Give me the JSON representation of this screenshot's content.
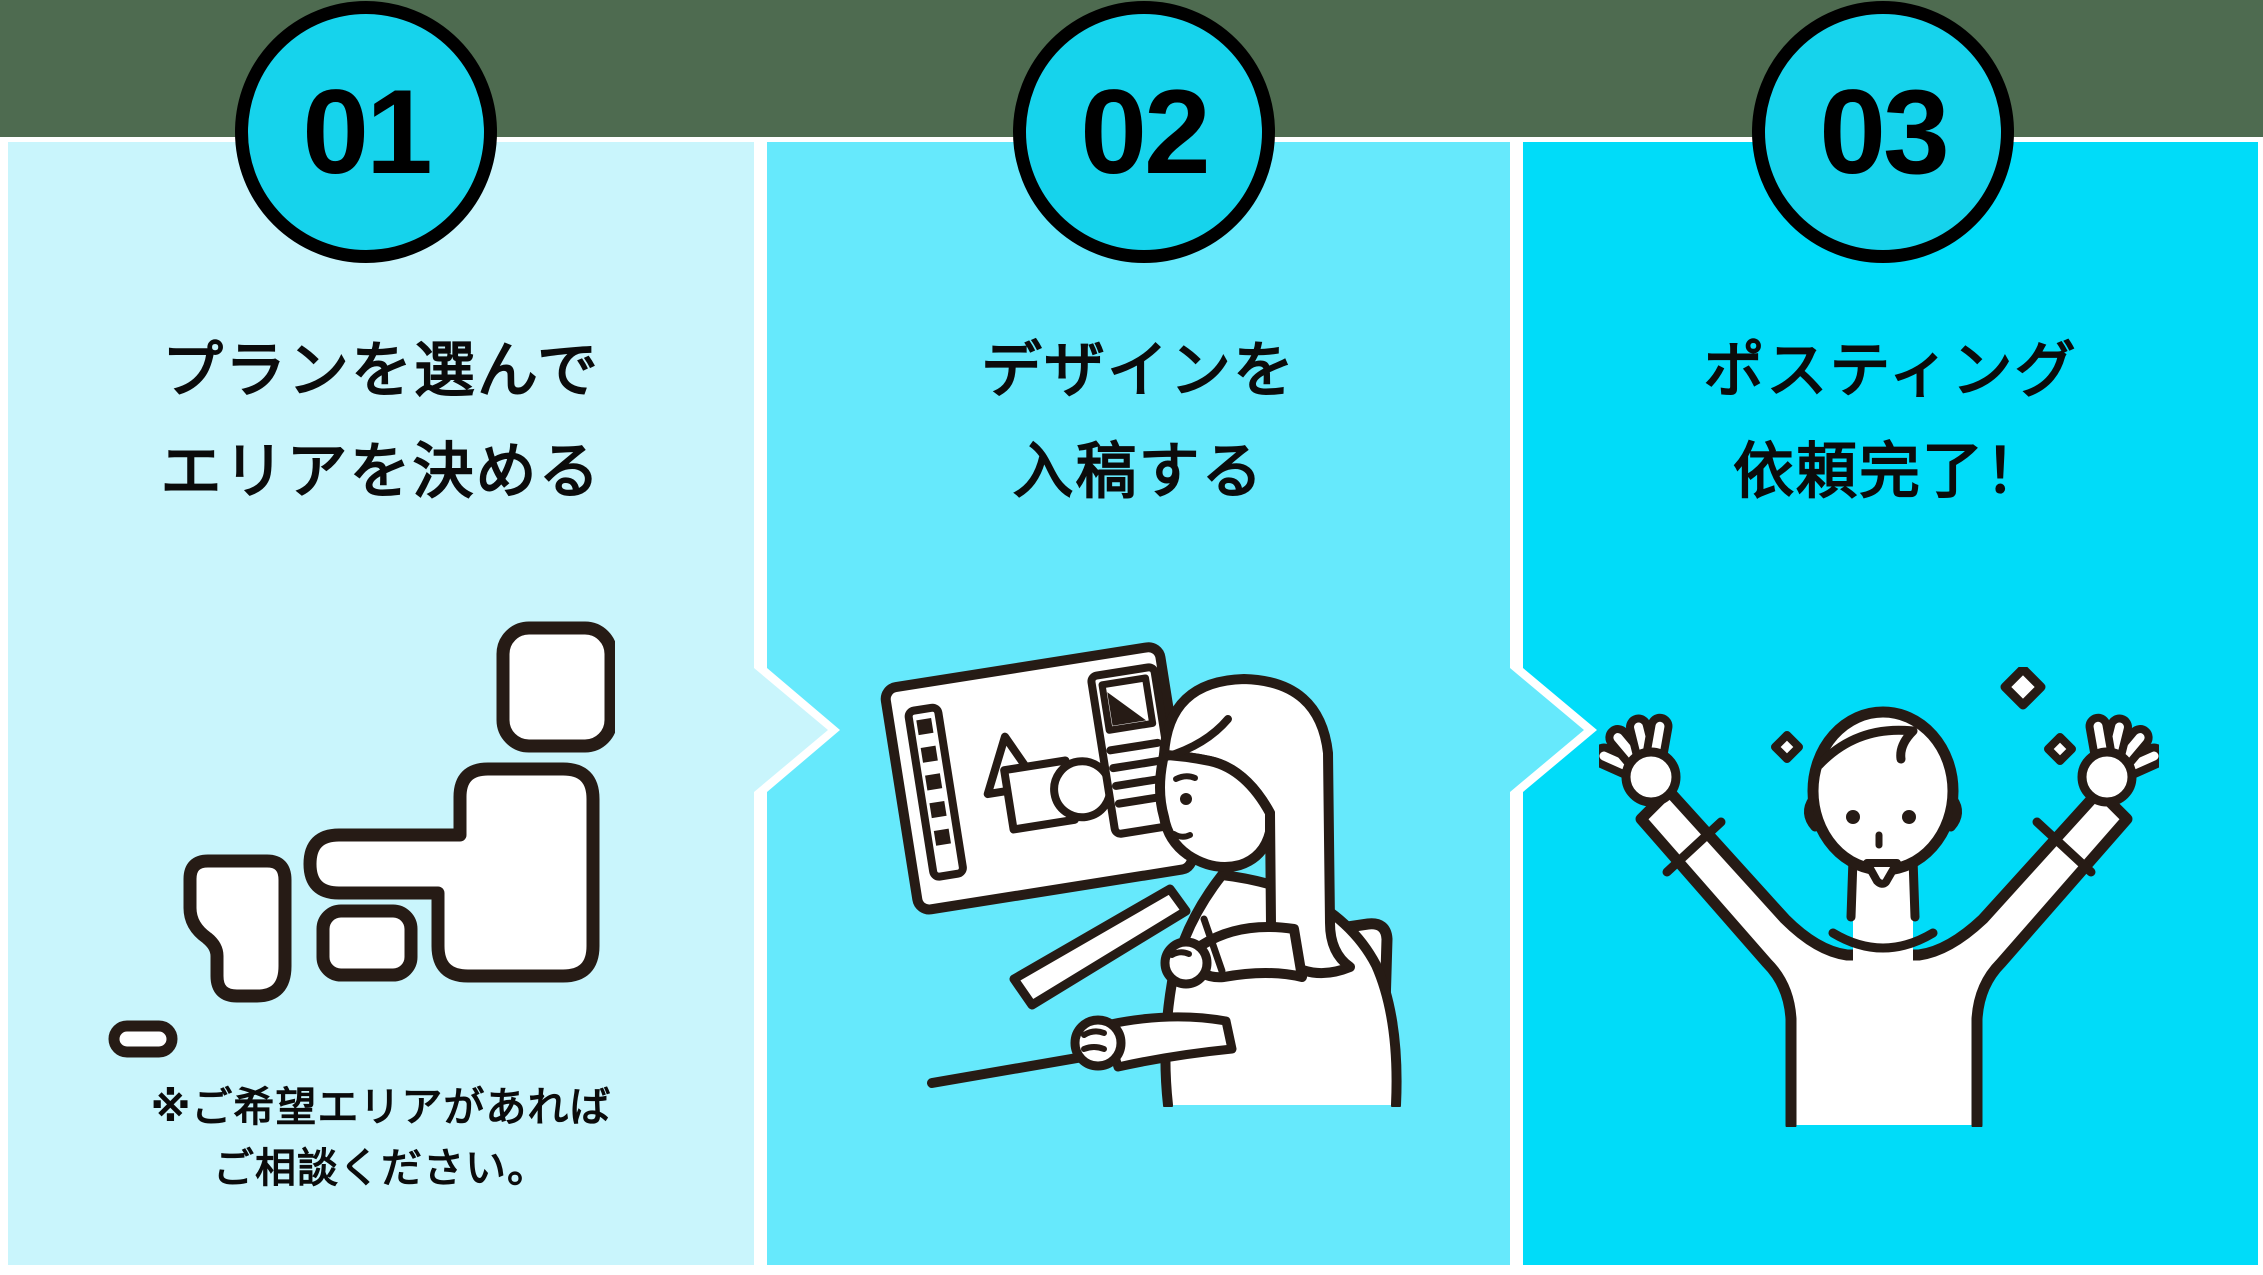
{
  "colors": {
    "top_band": "#4e6b50",
    "panel_1": "#c9f5fc",
    "panel_2": "#66e9fc",
    "panel_3": "#00dcf9",
    "badge_fill": "#16d3ec",
    "badge_border": "#000000",
    "divider_gap": "#ffffff",
    "illustration_outline": "#261b15",
    "text": "#0b0b0b"
  },
  "steps": [
    {
      "number": "01",
      "title_lines": [
        "プランを選んで",
        "エリアを決める"
      ],
      "note_lines": [
        "※ご希望エリアがあれば",
        "ご相談ください。"
      ],
      "illustration": "japan-map"
    },
    {
      "number": "02",
      "title_lines": [
        "デザインを",
        "入稿する"
      ],
      "illustration": "designer-at-desk"
    },
    {
      "number": "03",
      "title_lines": [
        "ポスティング",
        "依頼完了！"
      ],
      "illustration": "celebrating-person"
    }
  ]
}
